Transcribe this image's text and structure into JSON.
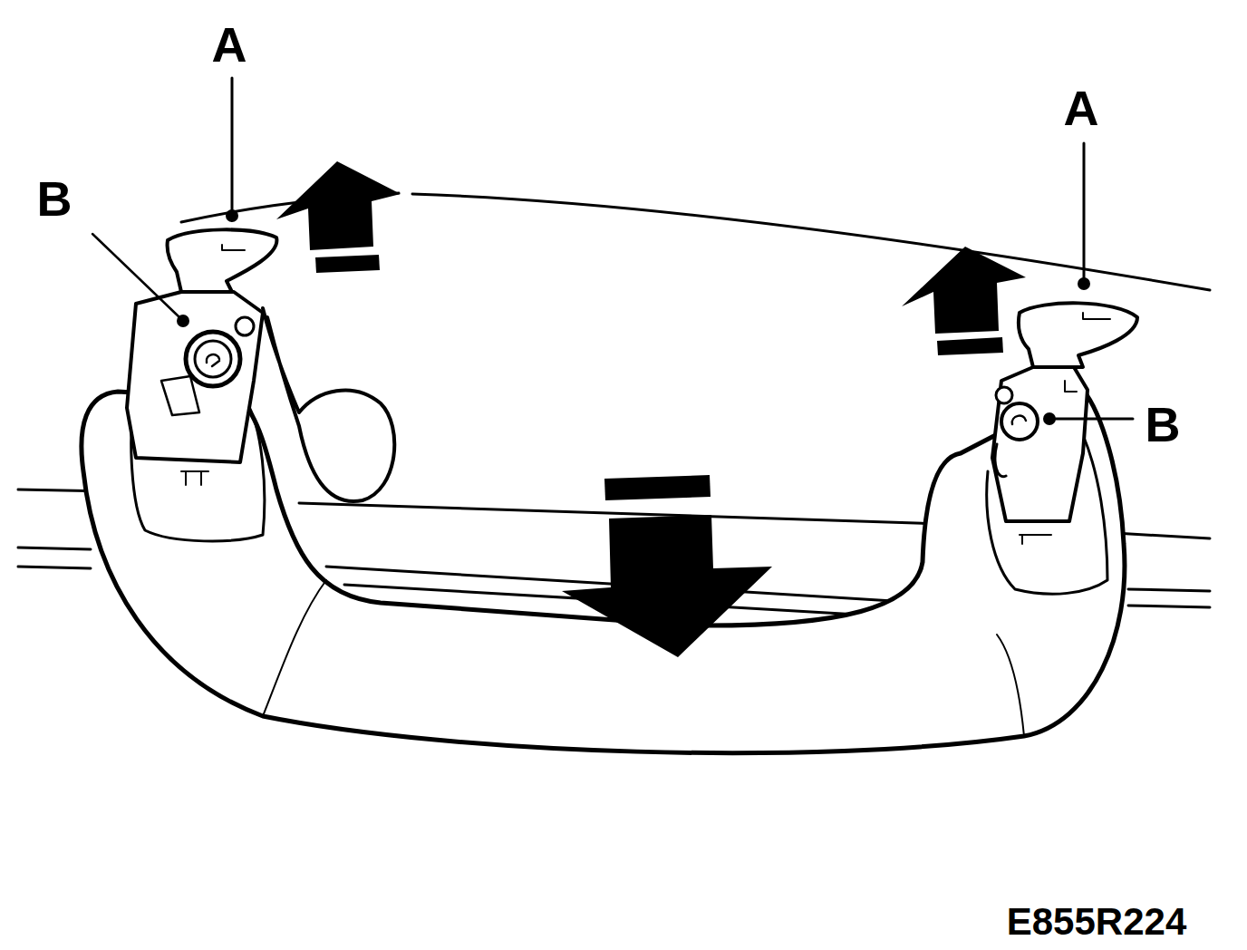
{
  "diagram": {
    "labels": [
      "A",
      "A",
      "B",
      "B",
      "E855R224"
    ]
  }
}
